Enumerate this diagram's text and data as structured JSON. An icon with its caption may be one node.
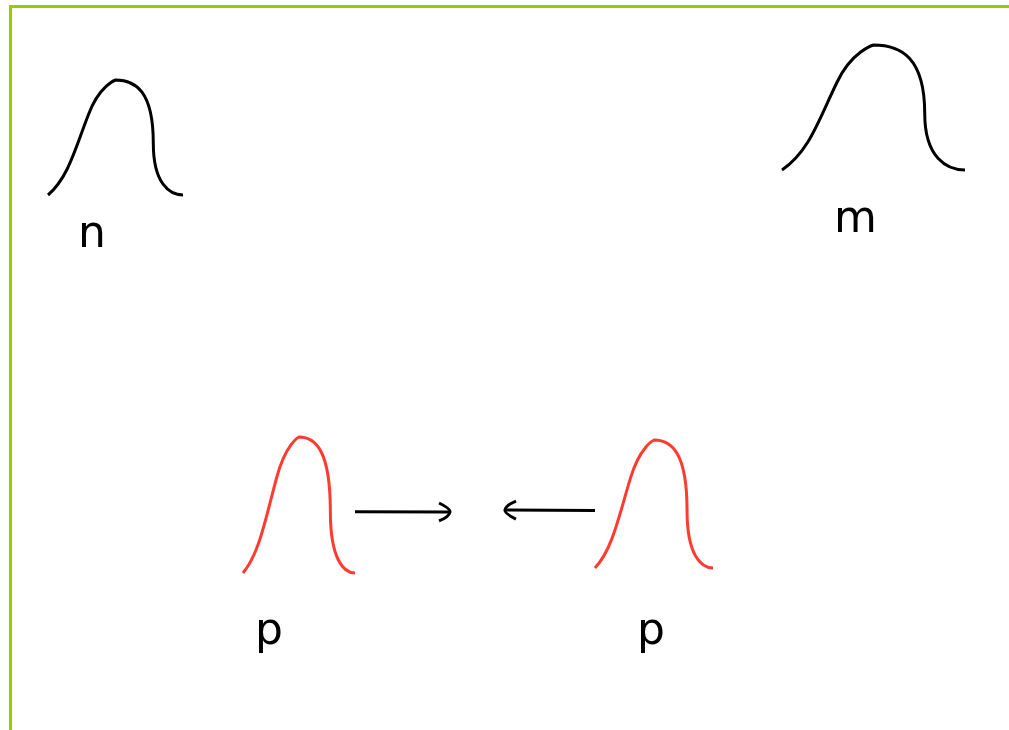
{
  "diagram": {
    "nodes": [
      {
        "text": [
          "n"
        ]
      },
      {
        "text": [
          "m"
        ]
      },
      {
        "text": [
          "p"
        ]
      },
      {
        "text": [
          "p"
        ]
      }
    ],
    "edges": [
      {
        "from": 2,
        "to": null,
        "arrow": "to"
      },
      {
        "from": 3,
        "to": null,
        "arrow": "to"
      }
    ]
  }
}
